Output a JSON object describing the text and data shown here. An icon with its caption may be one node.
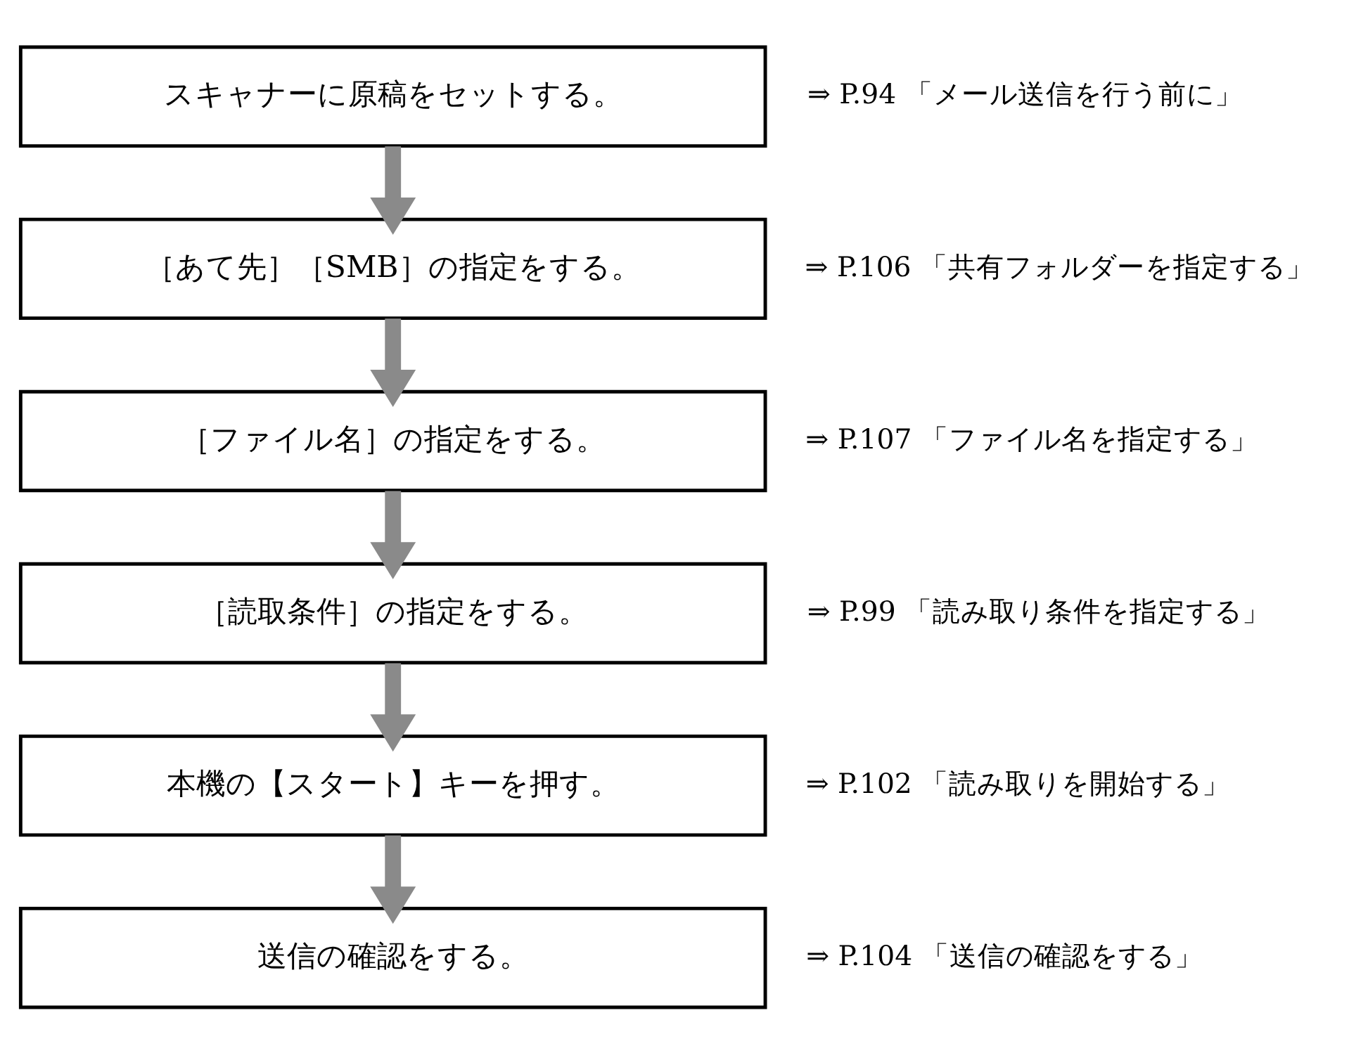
{
  "diagram": {
    "nodes": [
      {
        "text": [
          "スキャナーに原稿をセットする。"
        ],
        "beside": [
          "⇒ P.94 「メール送信を行う前に」"
        ]
      },
      {
        "text": [
          "［あて先］［SMB］の指定をする。"
        ],
        "beside": [
          "⇒ P.106 「共有フォルダーを指定する」"
        ]
      },
      {
        "text": [
          "［ファイル名］の指定をする。"
        ],
        "beside": [
          "⇒ P.107 「ファイル名を指定する」"
        ]
      },
      {
        "text": [
          "［読取条件］の指定をする。"
        ],
        "beside": [
          "⇒ P.99 「読み取り条件を指定する」"
        ]
      },
      {
        "text": [
          "本機の【スタート】キーを押す。"
        ],
        "beside": [
          "⇒ P.102 「読み取りを開始する」"
        ]
      },
      {
        "text": [
          "送信の確認をする。"
        ],
        "beside": [
          "⇒ P.104 「送信の確認をする」"
        ]
      }
    ],
    "edges": [
      {
        "from": 0,
        "to": 1,
        "arrow": "to"
      },
      {
        "from": 1,
        "to": 2,
        "arrow": "to"
      },
      {
        "from": 2,
        "to": 3,
        "arrow": "to"
      },
      {
        "from": 3,
        "to": 4,
        "arrow": "to"
      },
      {
        "from": 4,
        "to": 5,
        "arrow": "to"
      }
    ]
  }
}
